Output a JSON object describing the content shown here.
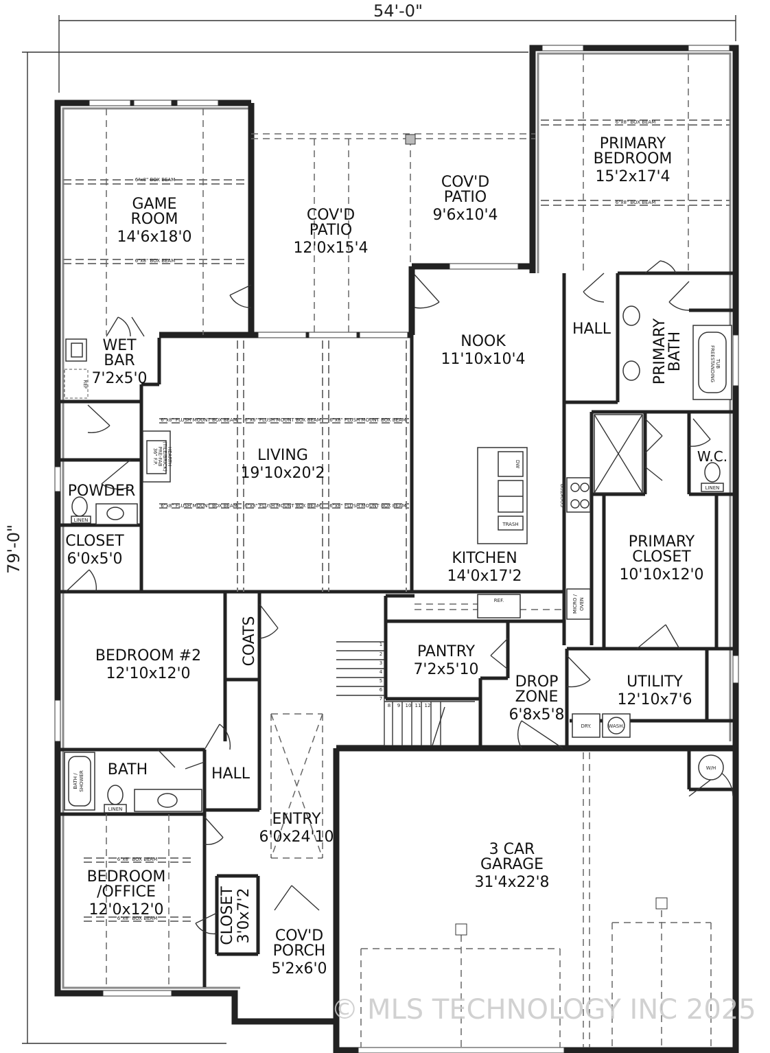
{
  "dimensions": {
    "width": "54'-0\"",
    "depth": "79'-0\""
  },
  "rooms": {
    "game_room": {
      "name": "GAME ROOM",
      "lines": [
        "GAME",
        "ROOM"
      ],
      "size": "14'6x18'0"
    },
    "patio_large": {
      "lines": [
        "COV'D",
        "PATIO"
      ],
      "size": "12'0x15'4"
    },
    "patio_small": {
      "lines": [
        "COV'D",
        "PATIO"
      ],
      "size": "9'6x10'4"
    },
    "primary_bedroom": {
      "lines": [
        "PRIMARY",
        "BEDROOM"
      ],
      "size": "15'2x17'4"
    },
    "hall_upper": {
      "name": "HALL"
    },
    "primary_bath": {
      "lines": [
        "PRIMARY",
        "BATH"
      ]
    },
    "wet_bar": {
      "lines": [
        "WET",
        "BAR"
      ],
      "size": "7'2x5'0"
    },
    "nook": {
      "name": "NOOK",
      "size": "11'10x10'4"
    },
    "living": {
      "name": "LIVING",
      "size": "19'10x20'2"
    },
    "powder": {
      "name": "POWDER"
    },
    "wc": {
      "name": "W.C."
    },
    "closet_small": {
      "name": "CLOSET",
      "size": "6'0x5'0"
    },
    "kitchen": {
      "name": "KITCHEN",
      "size": "14'0x17'2"
    },
    "primary_closet": {
      "lines": [
        "PRIMARY",
        "CLOSET"
      ],
      "size": "10'10x12'0"
    },
    "bedroom2": {
      "name": "BEDROOM #2",
      "size": "12'10x12'0"
    },
    "coats": {
      "name": "COATS"
    },
    "pantry": {
      "name": "PANTRY",
      "size": "7'2x5'10"
    },
    "drop_zone": {
      "lines": [
        "DROP",
        "ZONE"
      ],
      "size": "6'8x5'8"
    },
    "utility": {
      "name": "UTILITY",
      "size": "12'10x7'6"
    },
    "bath": {
      "name": "BATH"
    },
    "hall_lower": {
      "name": "HALL"
    },
    "entry": {
      "name": "ENTRY",
      "size": "6'0x24'10"
    },
    "garage": {
      "lines": [
        "3 CAR",
        "GARAGE"
      ],
      "size": "31'4x22'8"
    },
    "bedroom_office": {
      "lines": [
        "BEDROOM",
        "/OFFICE"
      ],
      "size": "12'0x12'0"
    },
    "closet_entry": {
      "name": "CLOSET",
      "size": "3'0x7'2"
    },
    "porch": {
      "lines": [
        "COV'D",
        "PORCH"
      ],
      "size": "5'2x6'0"
    }
  },
  "fixtures": {
    "ref_small": "REF",
    "fireplace": [
      "36\" F.P.",
      "PRE-FAB",
      "(TILE/BRICK)",
      "HEARTH"
    ],
    "linen": "LINEN",
    "dw": "DW",
    "trash": "TRASH",
    "cooktop": "COOKTOP",
    "ref": "REF.",
    "micro": [
      "MICRO /",
      "OVEN"
    ],
    "tub": [
      "FREESTANDING",
      "TUB"
    ],
    "dryer": "DRY.",
    "washer": "WASH.",
    "water_heater": "W/H",
    "bath_shower": [
      "BATH /",
      "SHOWER"
    ]
  },
  "beams": {
    "box": "6\"x8\" BOX BEAM",
    "flush": "6\"x8\" FLUSH MOUNT BOX BEAM"
  },
  "stairs": [
    "1",
    "2",
    "3",
    "4",
    "5",
    "6",
    "7",
    "8",
    "9",
    "10",
    "11",
    "12"
  ],
  "watermark": "© MLS TECHNOLOGY INC 2025"
}
